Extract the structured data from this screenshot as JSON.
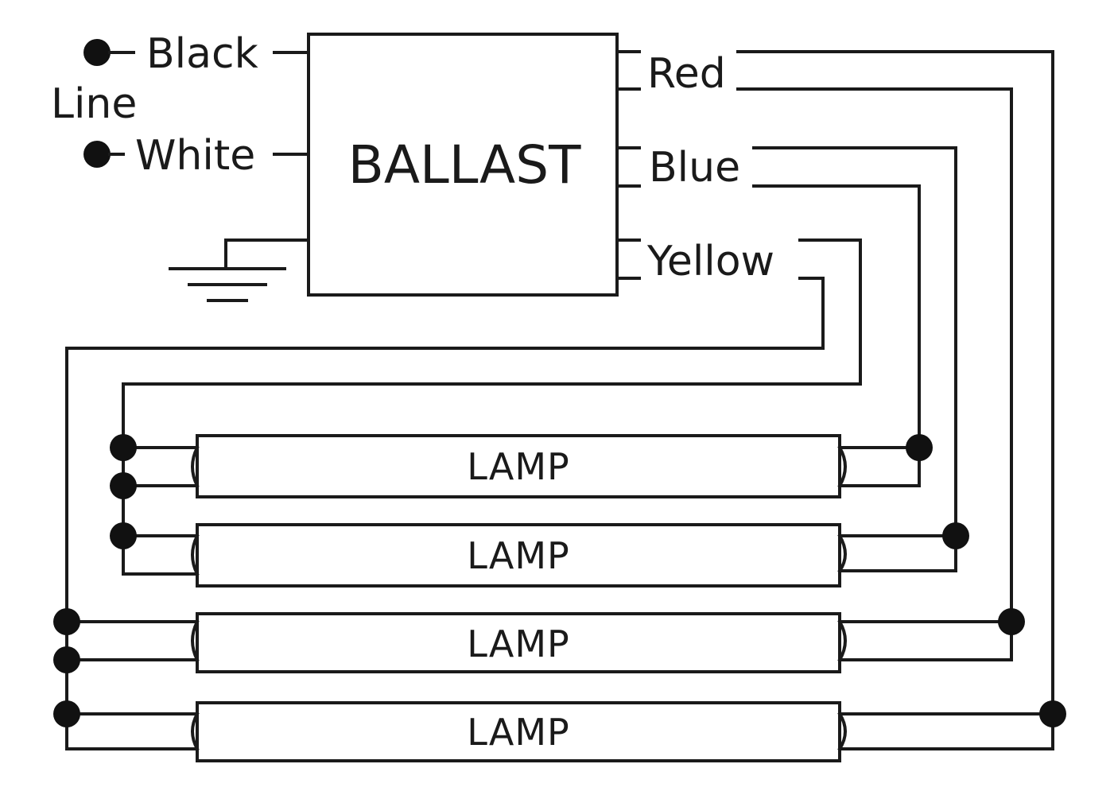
{
  "ballast": {
    "label": "BALLAST"
  },
  "line_group": {
    "group_label": "Line",
    "black_label": "Black",
    "white_label": "White"
  },
  "outputs": {
    "red_label": "Red",
    "blue_label": "Blue",
    "yellow_label": "Yellow"
  },
  "lamps": [
    {
      "label": "LAMP"
    },
    {
      "label": "LAMP"
    },
    {
      "label": "LAMP"
    },
    {
      "label": "LAMP"
    }
  ],
  "colors": {
    "line": "#1a1a1a",
    "background": "#ffffff"
  }
}
